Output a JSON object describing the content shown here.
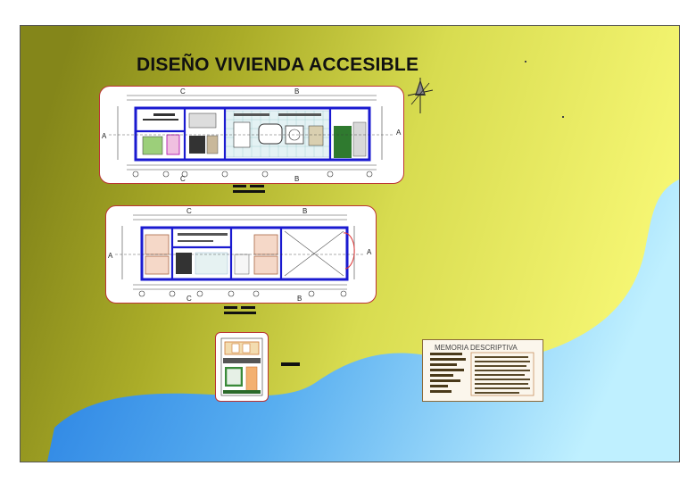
{
  "sheet": {
    "title": "DISEÑO VIVIENDA ACCESIBLE",
    "colors": {
      "olive": "#8a8a12",
      "yellow": "#f8f870",
      "sea_dark": "#2f86e6",
      "sea_light": "#b8ecff",
      "frame": "#c03030",
      "plan_blue": "#1a1ad0"
    }
  },
  "plans": [
    {
      "id": "first-floor",
      "section_marks": [
        "C",
        "B",
        "A",
        "A",
        "C",
        "B"
      ]
    },
    {
      "id": "second-floor",
      "section_marks": [
        "C",
        "B",
        "A",
        "A",
        "C",
        "B"
      ]
    }
  ],
  "elevation": {
    "id": "front-elevation"
  },
  "memoria": {
    "title": "MEMORIA DESCRIPTIVA"
  },
  "icons": [
    "north-arrow-icon"
  ]
}
